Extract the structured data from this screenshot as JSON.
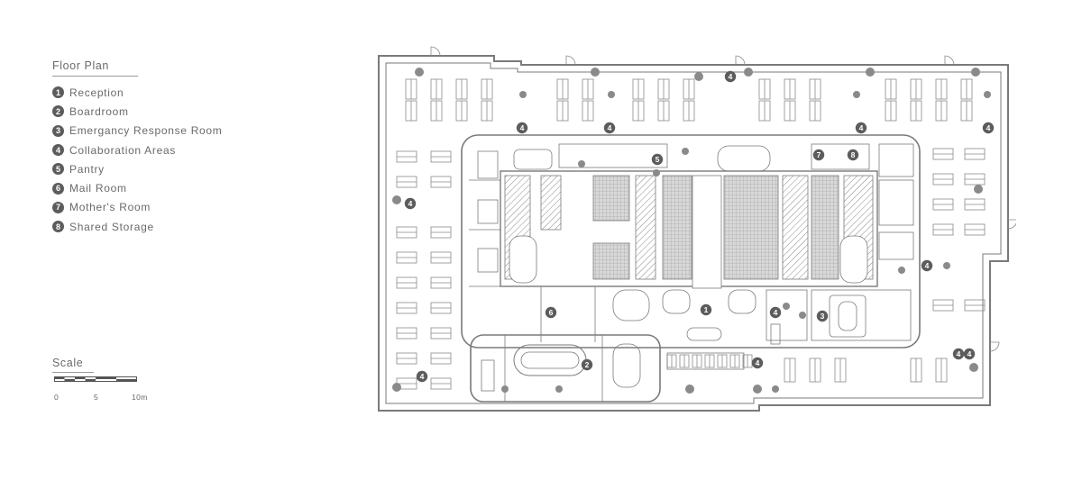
{
  "legend": {
    "title": "Floor Plan",
    "items": [
      {
        "num": "1",
        "label": "Reception"
      },
      {
        "num": "2",
        "label": "Boardroom"
      },
      {
        "num": "3",
        "label": "Emergancy Response Room"
      },
      {
        "num": "4",
        "label": "Collaboration Areas"
      },
      {
        "num": "5",
        "label": "Pantry"
      },
      {
        "num": "6",
        "label": "Mail Room"
      },
      {
        "num": "7",
        "label": "Mother's Room"
      },
      {
        "num": "8",
        "label": "Shared Storage"
      }
    ]
  },
  "scale": {
    "title": "Scale",
    "ticks": [
      "0",
      "5",
      "10m"
    ]
  },
  "plan": {
    "markers": [
      "4",
      "4",
      "4",
      "4",
      "4",
      "5",
      "7",
      "8",
      "4",
      "4",
      "4",
      "4",
      "6",
      "1",
      "4",
      "3",
      "2",
      "4",
      "4"
    ]
  },
  "colors": {
    "line": "#7a7a7a",
    "badge": "#5c5c5c",
    "text": "#6a6a6a"
  }
}
